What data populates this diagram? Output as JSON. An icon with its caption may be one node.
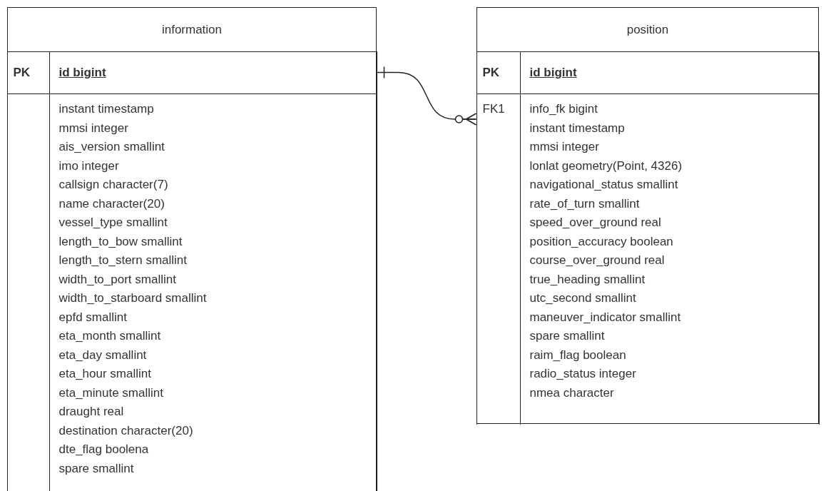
{
  "diagram": {
    "nodes": [
      {
        "text": [
          "information"
        ]
      },
      {
        "text": [
          "PK",
          "id bigint"
        ],
        "in": 0
      },
      {
        "text": [
          "instant timestamp",
          "mmsi integer",
          "ais_version smallint",
          "imo integer",
          "callsign character(7)",
          "name character(20)",
          "vessel_type smallint",
          "length_to_bow smallint",
          "length_to_stern smallint",
          "width_to_port smallint",
          "width_to_starboard smallint",
          "epfd smallint",
          "eta_month smallint",
          "eta_day smallint",
          "eta_hour smallint",
          "eta_minute smallint",
          "draught real",
          "destination character(20)",
          "dte_flag boolena",
          "spare smallint"
        ],
        "in": 0
      },
      {
        "text": [
          "position"
        ]
      },
      {
        "text": [
          "PK",
          "id bigint"
        ],
        "in": 3
      },
      {
        "text": [
          "FK1",
          "info_fk bigint",
          "instant timestamp",
          "mmsi integer",
          "lonlat geometry(Point, 4326)",
          "navigational_status smallint",
          "rate_of_turn smallint",
          "speed_over_ground real",
          "position_accuracy boolean",
          "course_over_ground real",
          "true_heading smallint",
          "utc_second smallint",
          "maneuver_indicator smallint",
          "spare smallint",
          "raim_flag boolean",
          "radio_status integer",
          "nmea character"
        ],
        "in": 3
      }
    ],
    "edges": [
      {
        "from": 1,
        "to": 5,
        "arrow": "other"
      }
    ]
  }
}
